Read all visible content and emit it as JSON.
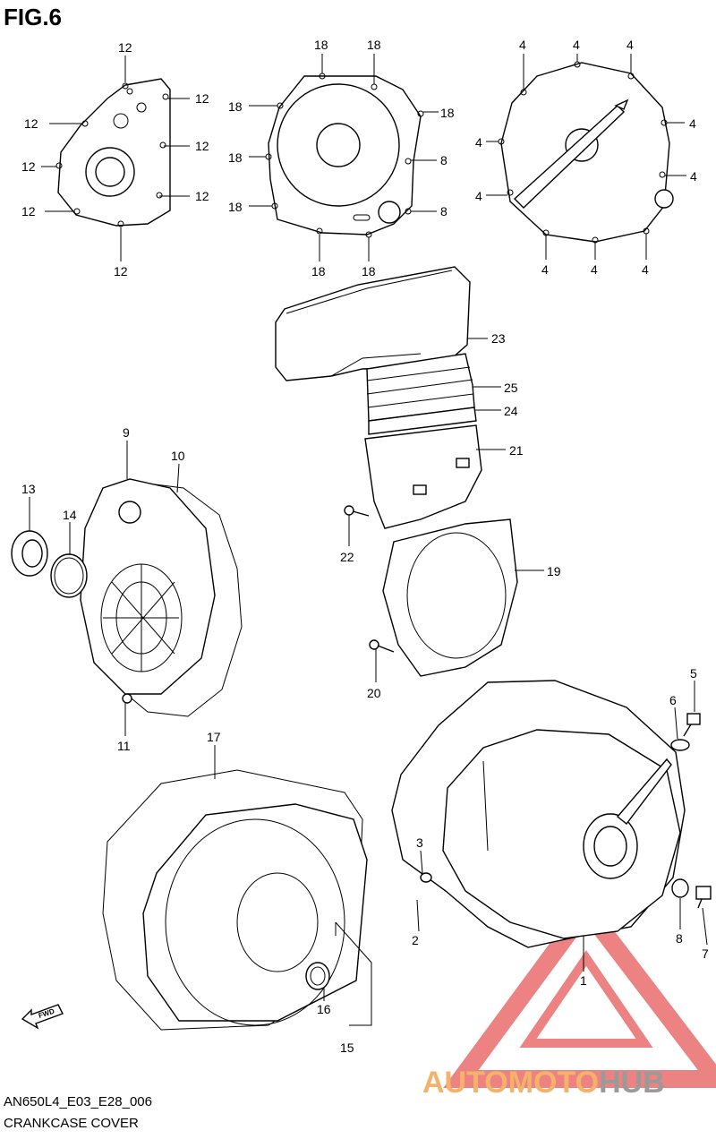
{
  "figure": {
    "title": "FIG.6",
    "code": "AN650L4_E03_E28_006",
    "name": "CRANKCASE COVER"
  },
  "watermark": {
    "part1": "AUTOMOTO",
    "part2": "HUB",
    "color_part1": "#f5b26b",
    "color_part2": "#9a9a9a",
    "triangle_color": "#e03030"
  },
  "fwd_label": "FWD",
  "callouts": {
    "p1": "1",
    "p2": "2",
    "p3": "3",
    "p4": "4",
    "p5": "5",
    "p6": "6",
    "p7": "7",
    "p8": "8",
    "p9": "9",
    "p10": "10",
    "p11": "11",
    "p12": "12",
    "p13": "13",
    "p14": "14",
    "p15": "15",
    "p16": "16",
    "p17": "17",
    "p18": "18",
    "p19": "19",
    "p20": "20",
    "p21": "21",
    "p22": "22",
    "p23": "23",
    "p24": "24",
    "p25": "25"
  }
}
